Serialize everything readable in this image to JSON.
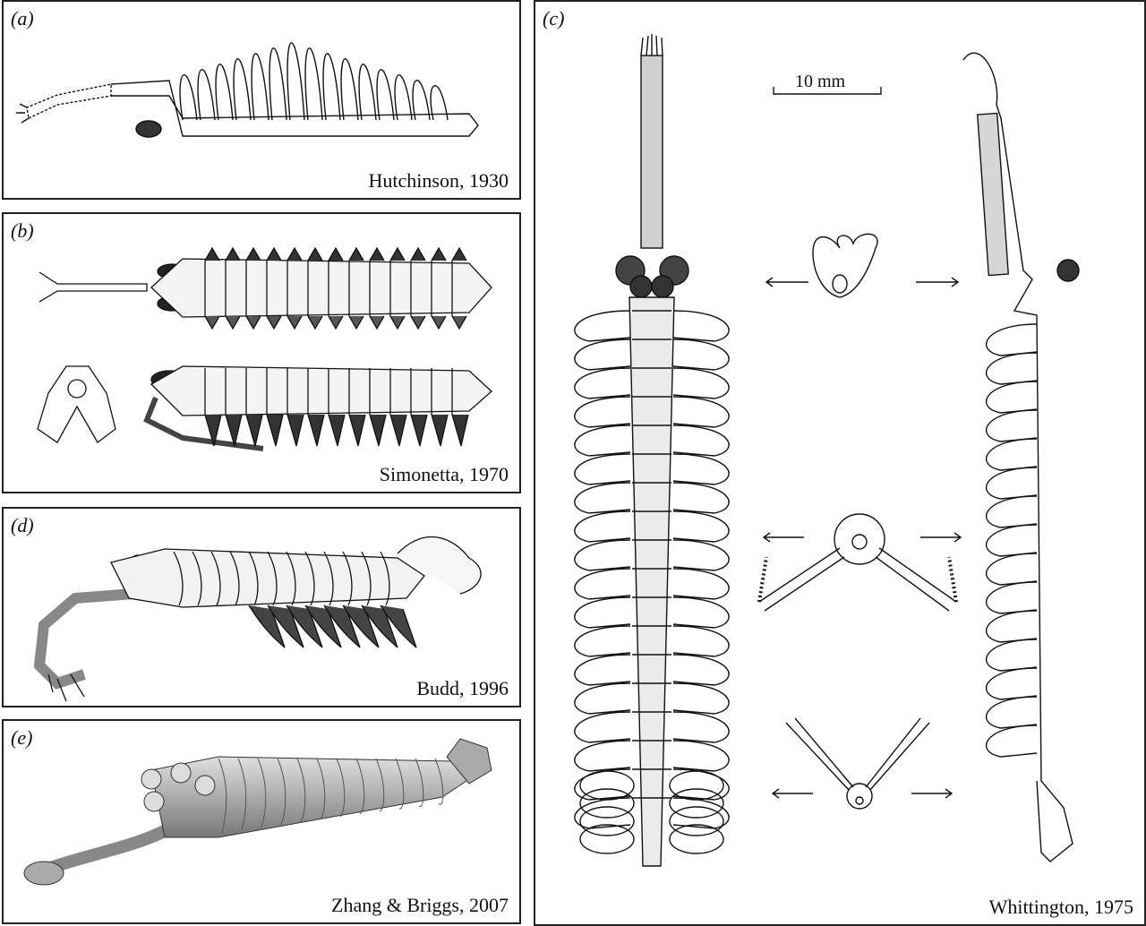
{
  "panels": {
    "a": {
      "label": "(a)",
      "credit": "Hutchinson, 1930"
    },
    "b": {
      "label": "(b)",
      "credit": "Simonetta, 1970"
    },
    "d": {
      "label": "(d)",
      "credit": "Budd, 1996"
    },
    "e": {
      "label": "(e)",
      "credit": "Zhang & Briggs, 2007"
    },
    "c": {
      "label": "(c)",
      "credit": "Whittington, 1975",
      "scale_bar": "10 mm"
    }
  }
}
